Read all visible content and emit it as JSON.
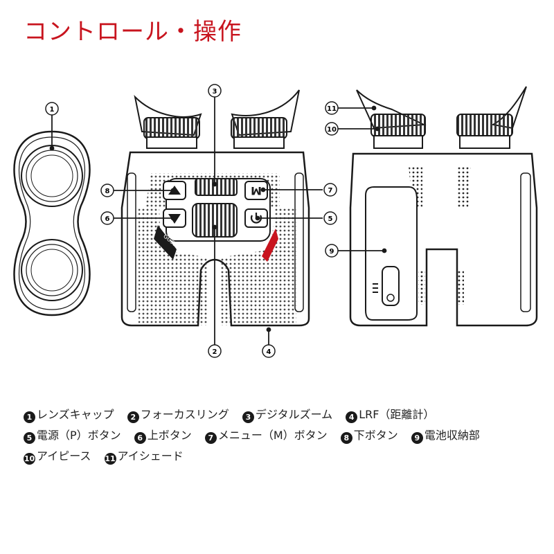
{
  "title": "コントロール・操作",
  "product_labels": {
    "mode_button": "M",
    "grip_text": "GOSS"
  },
  "callout_numbers": [
    "1",
    "2",
    "3",
    "4",
    "5",
    "6",
    "7",
    "8",
    "9",
    "10",
    "11"
  ],
  "legend": [
    {
      "num": "1",
      "label": "レンズキャップ"
    },
    {
      "num": "2",
      "label": "フォーカスリング"
    },
    {
      "num": "3",
      "label": "デジタルズーム"
    },
    {
      "num": "4",
      "label": "LRF（距離計）"
    },
    {
      "num": "5",
      "label": "電源（P）ボタン"
    },
    {
      "num": "6",
      "label": "上ボタン"
    },
    {
      "num": "7",
      "label": "メニュー（M）ボタン"
    },
    {
      "num": "8",
      "label": "下ボタン"
    },
    {
      "num": "9",
      "label": "電池収納部"
    },
    {
      "num": "10",
      "label": "アイピース"
    },
    {
      "num": "11",
      "label": "アイシェード"
    }
  ],
  "colors": {
    "accent": "#c8141e",
    "line": "#1a1a1a"
  }
}
